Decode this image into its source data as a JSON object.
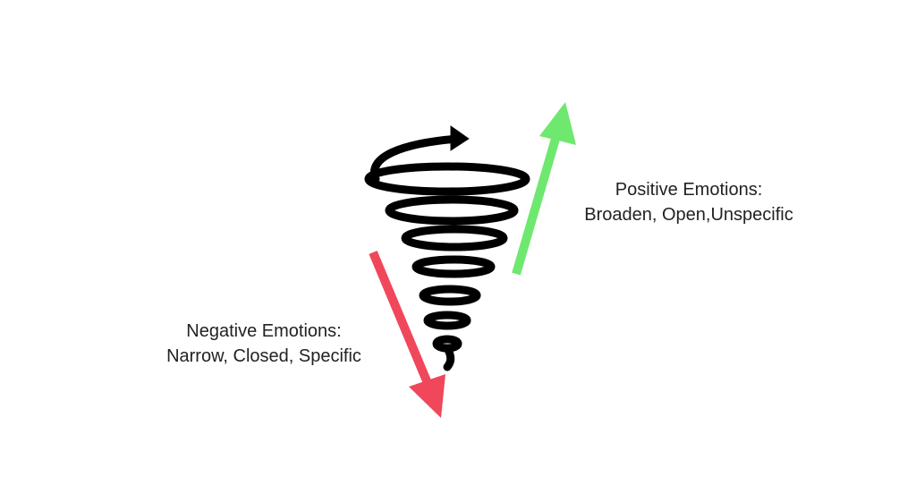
{
  "positive": {
    "title": "Positive Emotions:",
    "subtitle": "Broaden, Open,Unspecific",
    "color": "#6ee86e"
  },
  "negative": {
    "title": "Negative Emotions:",
    "subtitle": "Narrow, Closed, Specific",
    "color": "#f0475a"
  },
  "spiral": {
    "color": "#000000"
  }
}
